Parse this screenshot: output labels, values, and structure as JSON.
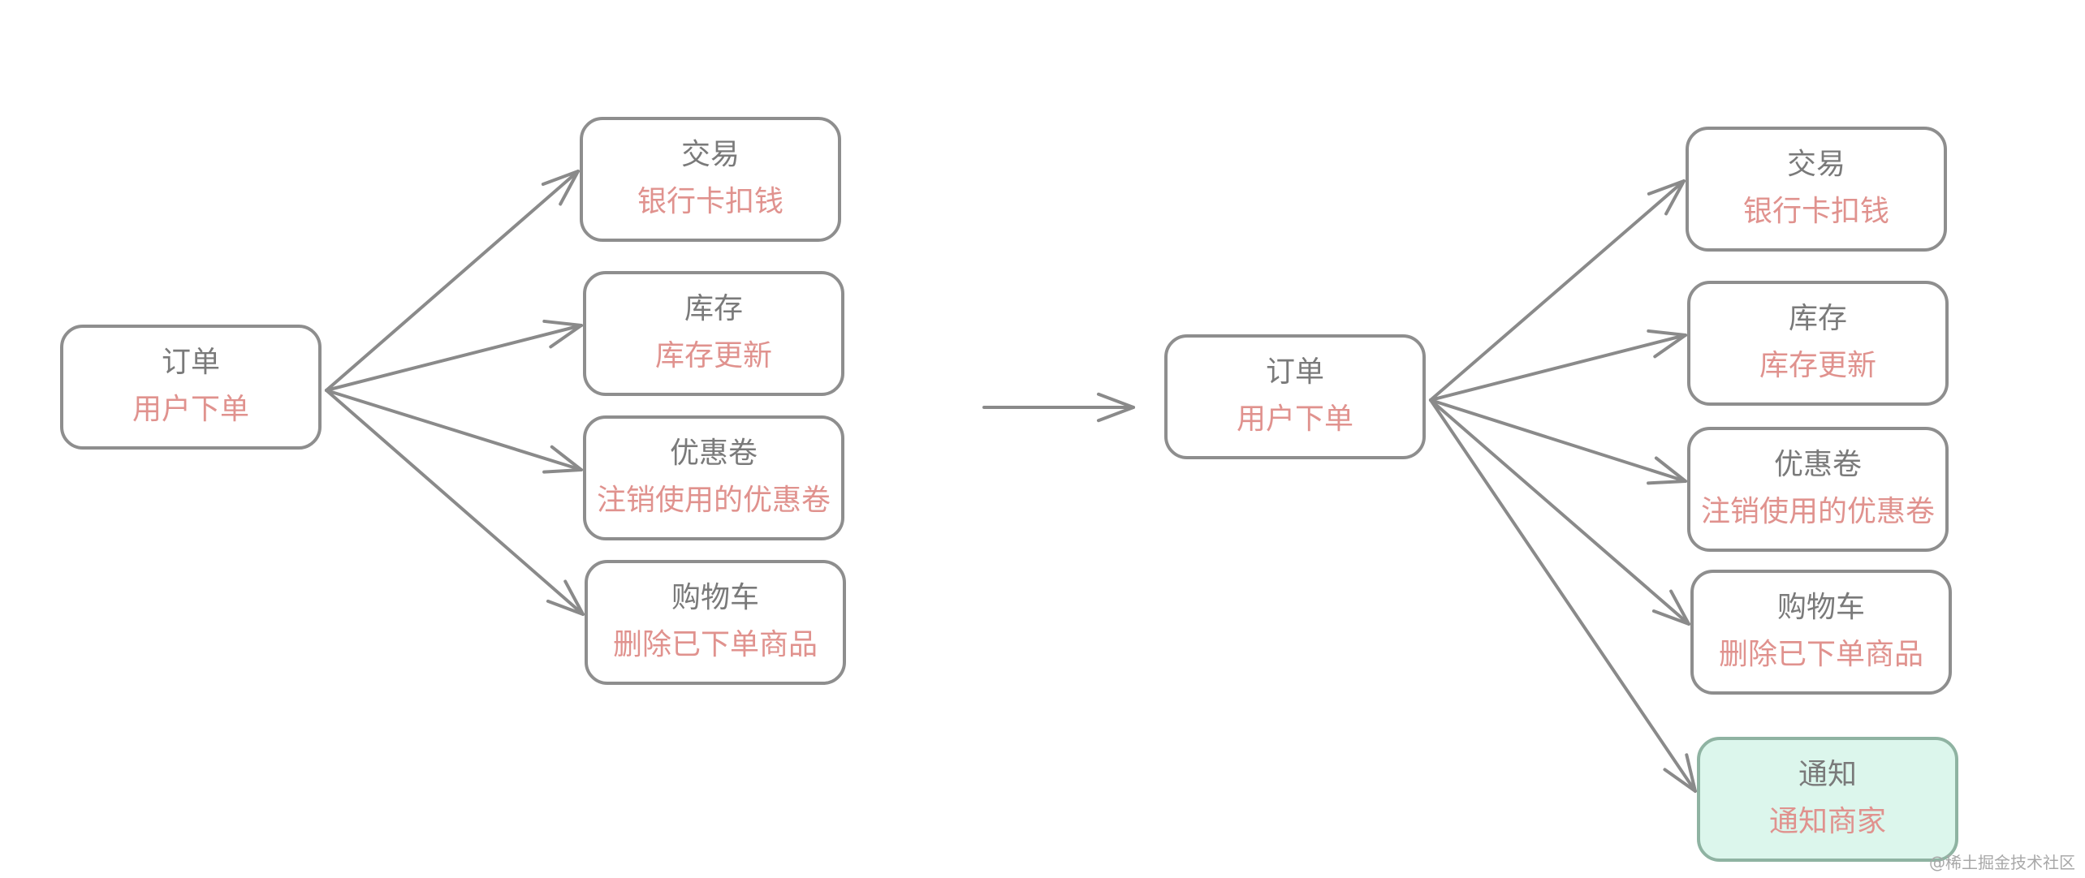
{
  "left_group": {
    "source": {
      "title": "订单",
      "subtitle": "用户下单"
    },
    "targets": [
      {
        "title": "交易",
        "subtitle": "银行卡扣钱"
      },
      {
        "title": "库存",
        "subtitle": "库存更新"
      },
      {
        "title": "优惠卷",
        "subtitle": "注销使用的优惠卷"
      },
      {
        "title": "购物车",
        "subtitle": "删除已下单商品"
      }
    ]
  },
  "right_group": {
    "source": {
      "title": "订单",
      "subtitle": "用户下单"
    },
    "targets": [
      {
        "title": "交易",
        "subtitle": "银行卡扣钱"
      },
      {
        "title": "库存",
        "subtitle": "库存更新"
      },
      {
        "title": "优惠卷",
        "subtitle": "注销使用的优惠卷"
      },
      {
        "title": "购物车",
        "subtitle": "删除已下单商品"
      },
      {
        "title": "通知",
        "subtitle": "通知商家",
        "highlight": true
      }
    ]
  },
  "colors": {
    "box_stroke": "#8e8e8e",
    "title_text": "#7a7a7a",
    "subtitle_text": "#e0928e",
    "highlight_fill": "#dcf6ec",
    "highlight_stroke": "#8fb3a2",
    "arrow": "#8a8a8a"
  },
  "watermark": "@稀土掘金技术社区"
}
